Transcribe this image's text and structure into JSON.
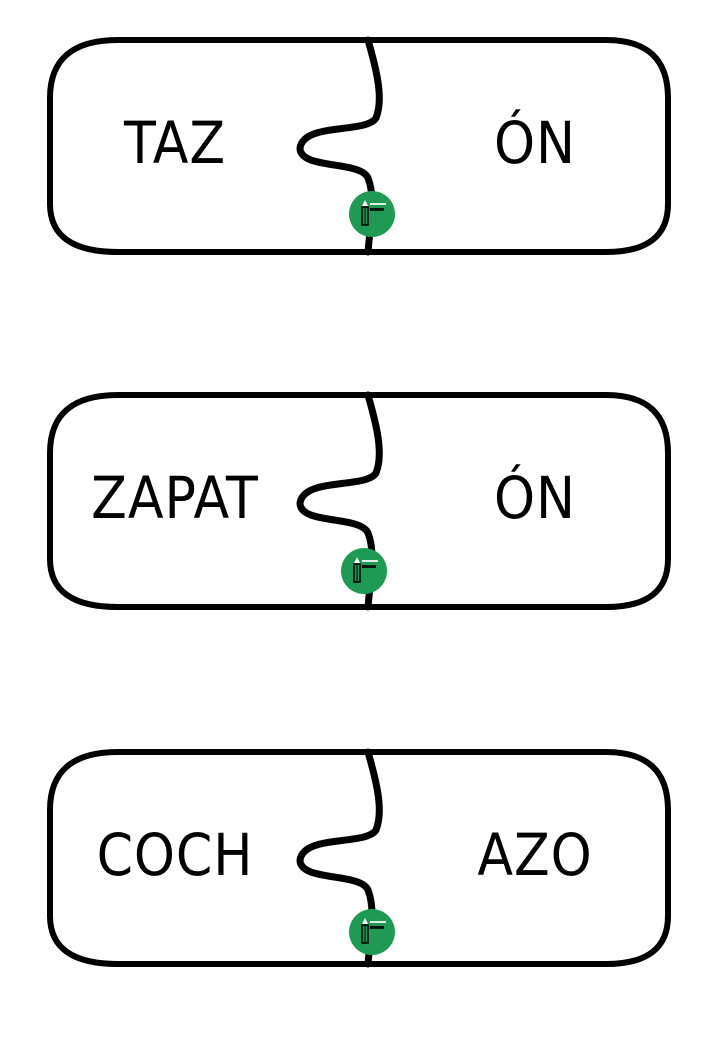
{
  "brand": {
    "logo_color": "#1e9a55"
  },
  "pieces": [
    {
      "left": "TAZ",
      "right": "ÓN"
    },
    {
      "left": "ZAPAT",
      "right": "ÓN"
    },
    {
      "left": "COCH",
      "right": "AZO"
    }
  ]
}
